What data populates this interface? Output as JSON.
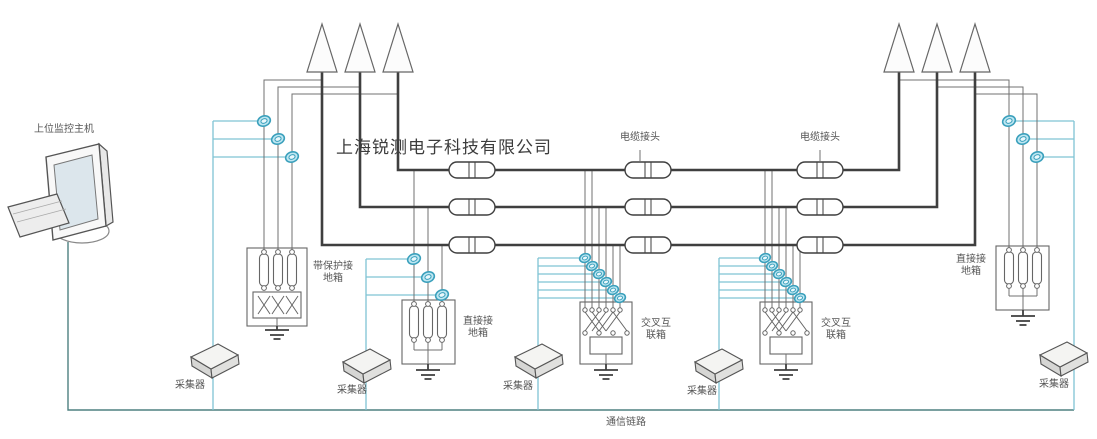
{
  "watermark": "上海锐测电子科技有限公司",
  "labels": {
    "host": "上位监控主机",
    "cable_joint": "电缆接头",
    "collector": "采集器",
    "comm_link": "通信链路"
  },
  "boxes": {
    "protected_ground": {
      "line1": "带保护接",
      "line2": "地箱"
    },
    "direct_ground": {
      "line1": "直接接",
      "line2": "地箱"
    },
    "cross_bond": {
      "line1": "交叉互",
      "line2": "联箱"
    }
  },
  "colors": {
    "cable": "#3f3f3f",
    "wire": "#707070",
    "outline": "#666666",
    "sensor_stroke": "#3aa0bc",
    "sensor_fill": "#bfe7f2",
    "comm_light": "#7fc4d4",
    "comm_dark": "#4e8080",
    "label_text": "#555555",
    "watermark_text": "#3c3c3c"
  }
}
